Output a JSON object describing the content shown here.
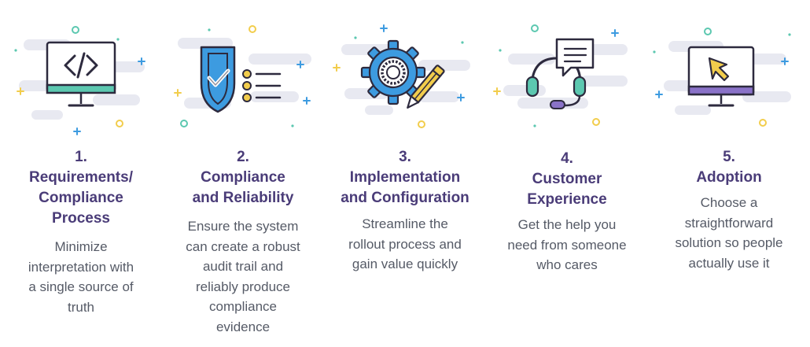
{
  "steps": [
    {
      "icon": "code-monitor-icon",
      "number": "1.",
      "title_lines": [
        "Requirements/",
        "Compliance",
        "Process"
      ],
      "desc_lines": [
        "Minimize",
        "interpretation with",
        "a single source of",
        "truth"
      ]
    },
    {
      "icon": "shield-check-icon",
      "number": "2.",
      "title_lines": [
        "Compliance",
        "and Reliability"
      ],
      "desc_lines": [
        "Ensure the system",
        "can create a robust",
        "audit trail and",
        "reliably produce",
        "compliance",
        "evidence"
      ]
    },
    {
      "icon": "gear-pencil-icon",
      "number": "3.",
      "title_lines": [
        "Implementation",
        "and Configuration"
      ],
      "desc_lines": [
        "Streamline the",
        "rollout process and",
        "gain value quickly"
      ]
    },
    {
      "icon": "headset-chat-icon",
      "number": "4.",
      "title_lines": [
        "Customer",
        "Experience"
      ],
      "desc_lines": [
        "Get the help you",
        "need from someone",
        "who cares"
      ]
    },
    {
      "icon": "cursor-monitor-icon",
      "number": "5.",
      "title_lines": [
        "Adoption"
      ],
      "desc_lines": [
        "Choose a",
        "straightforward",
        "solution so people",
        "actually use it"
      ]
    }
  ],
  "colors": {
    "title": "#4a3c78",
    "text": "#555a66",
    "outline": "#2d2a3e",
    "teal": "#5cc8b0",
    "blue": "#3d9be0",
    "purple": "#8a72c8",
    "yellow": "#f2cd4c",
    "cloud": "#e8e9f1"
  }
}
